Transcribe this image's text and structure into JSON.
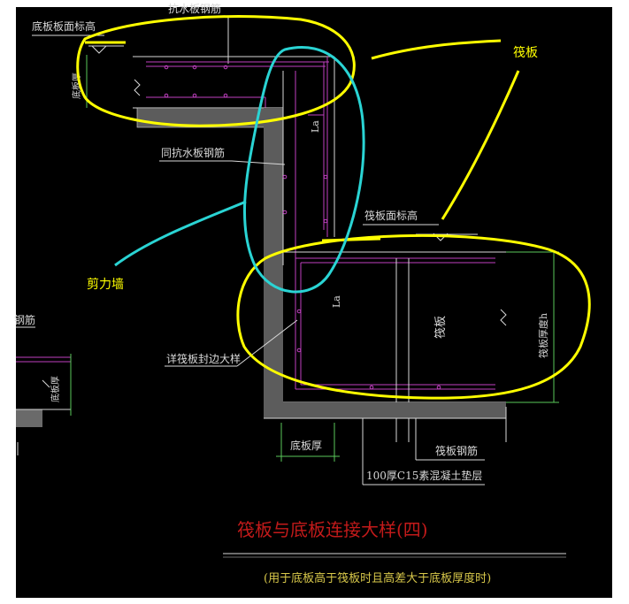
{
  "drawing": {
    "title": "筏板与底板连接大样(四)",
    "subtitle": "(用于底板高于筏板时且高差大于底板厚度时)",
    "labels": {
      "bottom_slab_top_elev": "底板板面标高",
      "anti_water_rebar_top": "抗水板钢筋",
      "bottom_slab_thk_top": "底板厚",
      "la_upper": "La",
      "same_anti_water_rebar": "同抗水板钢筋",
      "raft_top_elev": "筏板面标高",
      "la_lower": "La",
      "raft": "筏板",
      "raft_thickness": "筏板厚度h",
      "raft_edge_detail": "详筏板封边大样",
      "left_rebar": "钢筋",
      "left_slab_thk": "底板厚",
      "bottom_slab_thk": "底板厚",
      "raft_rebar": "筏板钢筋",
      "cushion": "100厚C15素混凝土垫层"
    }
  },
  "annotations": {
    "raft": "筏板",
    "shear_wall": "剪力墙"
  },
  "colors": {
    "background": "#000000",
    "title_red": "#c21a1a",
    "subtitle_yellow": "#d8c84a",
    "annotation_yellow": "#ffff00",
    "annotation_cyan": "#2ad4d4",
    "rebar_magenta": "#c040c0",
    "dim_green": "#5ac85a",
    "cad_white": "#d8d8d8"
  }
}
